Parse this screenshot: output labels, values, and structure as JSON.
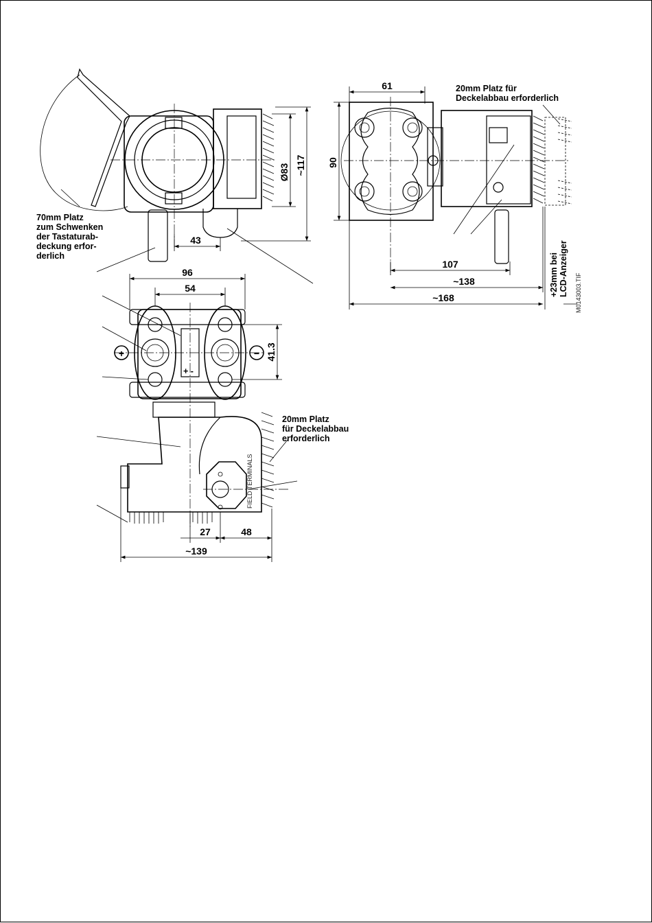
{
  "figure": {
    "id_code": "M0143003.TIF",
    "dimensions": {
      "d61": "61",
      "d90": "90",
      "d83": "Ø83",
      "d117": "~117",
      "d43": "43",
      "d107": "107",
      "d138": "~138",
      "d168": "~168",
      "d96": "96",
      "d54": "54",
      "d41": "41.3",
      "d27": "27",
      "d48": "48",
      "d139": "~139"
    },
    "notes": {
      "cover_top_l1": "20mm Platz für",
      "cover_top_l2": "Deckelabbau erforderlich",
      "swing_l1": "70mm Platz",
      "swing_l2": "zum Schwenken",
      "swing_l3": "der Tastaturab-",
      "swing_l4": "deckung erfor-",
      "swing_l5": "derlich",
      "cover_bottom_l1": "20mm Platz",
      "cover_bottom_l2": "für Deckelabbau",
      "cover_bottom_l3": "erforderlich",
      "lcd_l1": "+23mm bei",
      "lcd_l2": "LCD-Anzeiger"
    },
    "symbols": {
      "plus_label": "+",
      "minus_label": "−",
      "flange_pm": "+ -",
      "field_terminals": "FIELD TERMINALS"
    }
  }
}
